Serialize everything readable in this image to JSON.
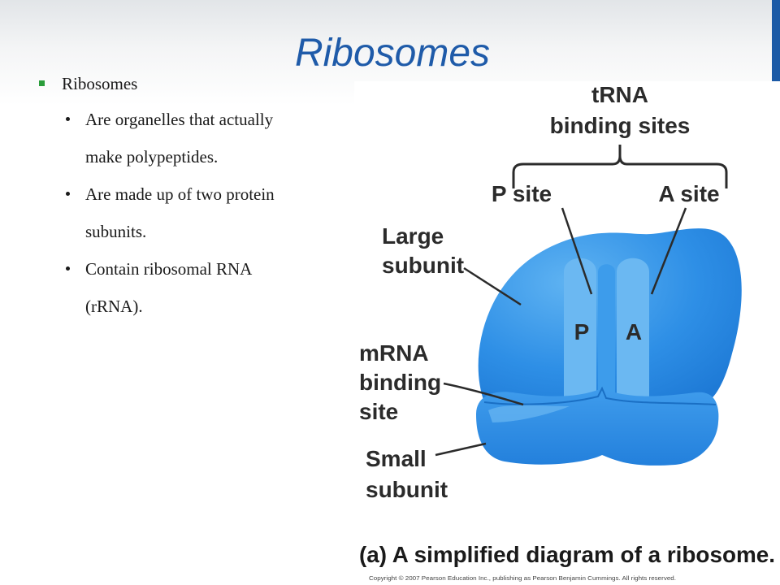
{
  "slide": {
    "title": "Ribosomes",
    "bullet": "Ribosomes",
    "subbullets": [
      "Are organelles that actually",
      "make polypeptides.",
      "Are made up of two protein",
      "subunits.",
      "Contain ribosomal RNA",
      "(rRNA)."
    ]
  },
  "figure": {
    "trna_line1": "tRNA",
    "trna_line2": "binding sites",
    "p_site": "P site",
    "a_site": "A site",
    "large_line1": "Large",
    "large_line2": "subunit",
    "mrna_line1": "mRNA",
    "mrna_line2": "binding",
    "mrna_line3": "site",
    "small_line1": "Small",
    "small_line2": "subunit",
    "p_letter": "P",
    "a_letter": "A",
    "caption": "(a) A simplified diagram of a ribosome.",
    "copyright": "Copyright © 2007 Pearson Education Inc., publishing as Pearson Benjamin Cummings. All rights reserved."
  },
  "colors": {
    "title": "#1f5ba9",
    "bullet_square": "#2a9d3a",
    "ribosome_main": "#2e8fe6",
    "ribosome_light": "#6bb8f2",
    "accent_bar": "#1b5aa6"
  }
}
